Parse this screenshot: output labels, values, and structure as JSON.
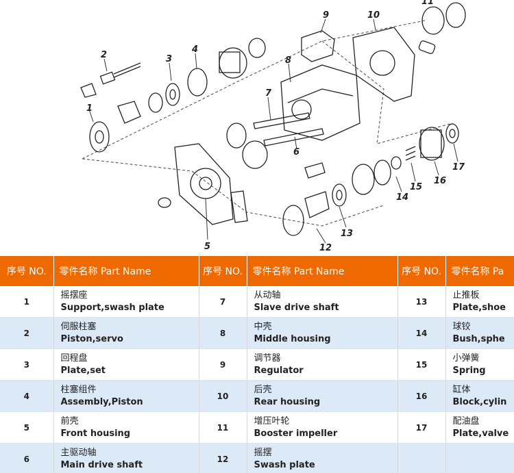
{
  "diagram": {
    "labels": [
      "1",
      "2",
      "3",
      "4",
      "5",
      "6",
      "7",
      "8",
      "9",
      "10",
      "11",
      "12",
      "13",
      "14",
      "15",
      "16",
      "17"
    ]
  },
  "table": {
    "headers": {
      "no": "序号 NO.",
      "name": "零件名称 Part Name",
      "name_cut": "零件名称 Pa"
    },
    "rows": [
      [
        {
          "no": "1",
          "cn": "摇摆座",
          "en": "Support,swash plate"
        },
        {
          "no": "7",
          "cn": "从动轴",
          "en": "Slave drive shaft"
        },
        {
          "no": "13",
          "cn": "止推板",
          "en": "Plate,shoe"
        }
      ],
      [
        {
          "no": "2",
          "cn": "伺服柱塞",
          "en": "Piston,servo"
        },
        {
          "no": "8",
          "cn": "中壳",
          "en": "Middle housing"
        },
        {
          "no": "14",
          "cn": "球铰",
          "en": "Bush,sphe"
        }
      ],
      [
        {
          "no": "3",
          "cn": "回程盘",
          "en": "Plate,set"
        },
        {
          "no": "9",
          "cn": "调节器",
          "en": "Regulator"
        },
        {
          "no": "15",
          "cn": "小弹簧",
          "en": "Spring"
        }
      ],
      [
        {
          "no": "4",
          "cn": "柱塞组件",
          "en": "Assembly,Piston"
        },
        {
          "no": "10",
          "cn": "后壳",
          "en": "Rear housing"
        },
        {
          "no": "16",
          "cn": "缸体",
          "en": "Block,cylin"
        }
      ],
      [
        {
          "no": "5",
          "cn": "前壳",
          "en": "Front housing"
        },
        {
          "no": "11",
          "cn": "增压叶轮",
          "en": "Booster impeller"
        },
        {
          "no": "17",
          "cn": "配油盘",
          "en": "Plate,valve"
        }
      ],
      [
        {
          "no": "6",
          "cn": "主驱动轴",
          "en": "Main drive shaft"
        },
        {
          "no": "12",
          "cn": "摇摆",
          "en": "Swash plate"
        },
        {
          "no": "",
          "cn": "",
          "en": ""
        }
      ]
    ]
  }
}
